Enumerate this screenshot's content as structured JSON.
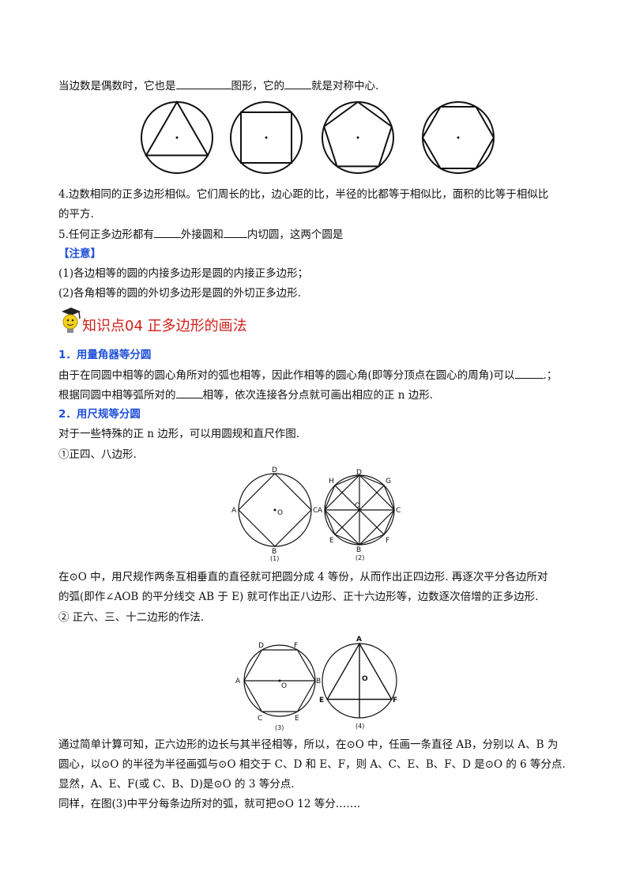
{
  "lines": {
    "l1a": "当边数是偶数时，它也是",
    "l1b": "图形，它的",
    "l1c": "就是对称中心.",
    "l2": "4.边数相同的正多边形相似。它们周长的比，边心距的比，半径的比都等于相似比，面积的比等于相似比",
    "l3": "的平方.",
    "l4a": "5.任何正多边形都有",
    "l4b": "外接圆和",
    "l4c": "内切圆，这两个圆是",
    "note": "【注意】",
    "n1": "(1)各边相等的圆的内接多边形是圆的内接正多边形；",
    "n2": "(2)各角相等的圆的外切多边形是圆的外切正多边形."
  },
  "section": {
    "title": "知识点04    正多边形的画法",
    "s1_title": "1．用量角器等分圆",
    "s1_l1a": "由于在同圆中相等的圆心角所对的弧也相等，因此作相等的圆心角(即等分顶点在圆心的周角)可以",
    "s1_l1b": ".；",
    "s1_l2a": "根据同圆中相等弧所对的",
    "s1_l2b": "相等，依次连接各分点就可画出相应的正 n 边形.",
    "s2_title": "2．用尺规等分圆",
    "s2_l1": "对于一些特殊的正 n 边形，可以用圆规和直尺作图.",
    "s2_l2": "①正四、八边形.",
    "s2_l3": "在⊙O 中，用尺规作两条互相垂直的直径就可把圆分成 4 等份，从而作出正四边形. 再逐次平分各边所对",
    "s2_l4": "的弧(即作∠AOB 的平分线交 AB 于 E) 就可作出正八边形、正十六边形等，边数逐次倍增的正多边形.",
    "s2_l5": "② 正六、三、十二边形的作法.",
    "s2_l6": "通过简单计算可知，正六边形的边长与其半径相等，所以，在⊙O 中，任画一条直径 AB，分别以 A、B 为",
    "s2_l7": "圆心，以⊙O 的半径为半径画弧与⊙O 相交于 C、D 和 E、F，则 A、C、E、B、F、D 是⊙O 的 6 等分点.",
    "s2_l8": "显然，A、E、F(或 C、B、D)是⊙O 的 3 等分点.",
    "s2_l9": "同样，在图(3)中平分每条边所对的弧，就可把⊙O 12 等分……."
  },
  "figures": {
    "fig1": {
      "caption": "(1)",
      "A": "A",
      "B": "B",
      "C": "C",
      "D": "D",
      "O": "O"
    },
    "fig2": {
      "caption": "(2)",
      "A": "A",
      "B": "B",
      "C": "C",
      "D": "D",
      "E": "E",
      "F": "F",
      "G": "G",
      "H": "H",
      "O": "O"
    },
    "fig3": {
      "caption": "(3)",
      "A": "A",
      "B": "B",
      "C": "C",
      "D": "D",
      "E": "E",
      "F": "F",
      "O": "O"
    },
    "fig4": {
      "caption": "(4)",
      "A": "A",
      "E": "E",
      "F": "F",
      "O": "O"
    }
  },
  "colors": {
    "note_blue": "#1f4fd8",
    "heading_red": "#d0201b"
  },
  "icons": {
    "heading_icon": "lightbulb-graduate-icon"
  }
}
